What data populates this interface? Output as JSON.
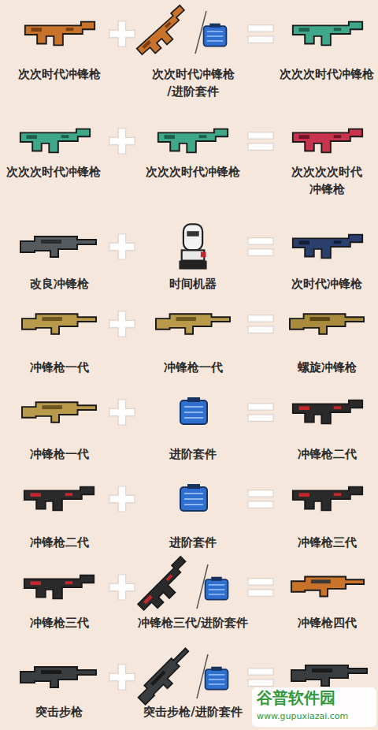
{
  "diagram": {
    "nodes": [
      {
        "text": [
          "次次时代冲锋枪"
        ]
      },
      {
        "text": [
          "次次时代冲锋枪 /进阶套件"
        ]
      },
      {
        "text": [
          "次次次时代冲锋枪"
        ]
      },
      {
        "text": [
          "次次次时代冲锋枪"
        ]
      },
      {
        "text": [
          "次次次时代冲锋枪"
        ]
      },
      {
        "text": [
          "次次次次时代 冲锋枪"
        ]
      },
      {
        "text": [
          "改良冲锋枪"
        ]
      },
      {
        "text": [
          "时间机器"
        ]
      },
      {
        "text": [
          "次时代冲锋枪"
        ]
      },
      {
        "text": [
          "冲锋枪一代"
        ]
      },
      {
        "text": [
          "冲锋枪一代"
        ]
      },
      {
        "text": [
          "螺旋冲锋枪"
        ]
      },
      {
        "text": [
          "冲锋枪一代"
        ]
      },
      {
        "text": [
          "进阶套件"
        ]
      },
      {
        "text": [
          "冲锋枪二代"
        ]
      },
      {
        "text": [
          "冲锋枪二代"
        ]
      },
      {
        "text": [
          "进阶套件"
        ]
      },
      {
        "text": [
          "冲锋枪三代"
        ]
      },
      {
        "text": [
          "冲锋枪三代"
        ]
      },
      {
        "text": [
          "冲锋枪三代/进阶套件"
        ]
      },
      {
        "text": [
          "冲锋枪四代"
        ]
      },
      {
        "text": [
          "突击步枪"
        ]
      },
      {
        "text": [
          "突击步枪/进阶套件"
        ]
      }
    ],
    "labels": [
      "谷普软件园",
      "www.gupuxiazai.com"
    ]
  }
}
